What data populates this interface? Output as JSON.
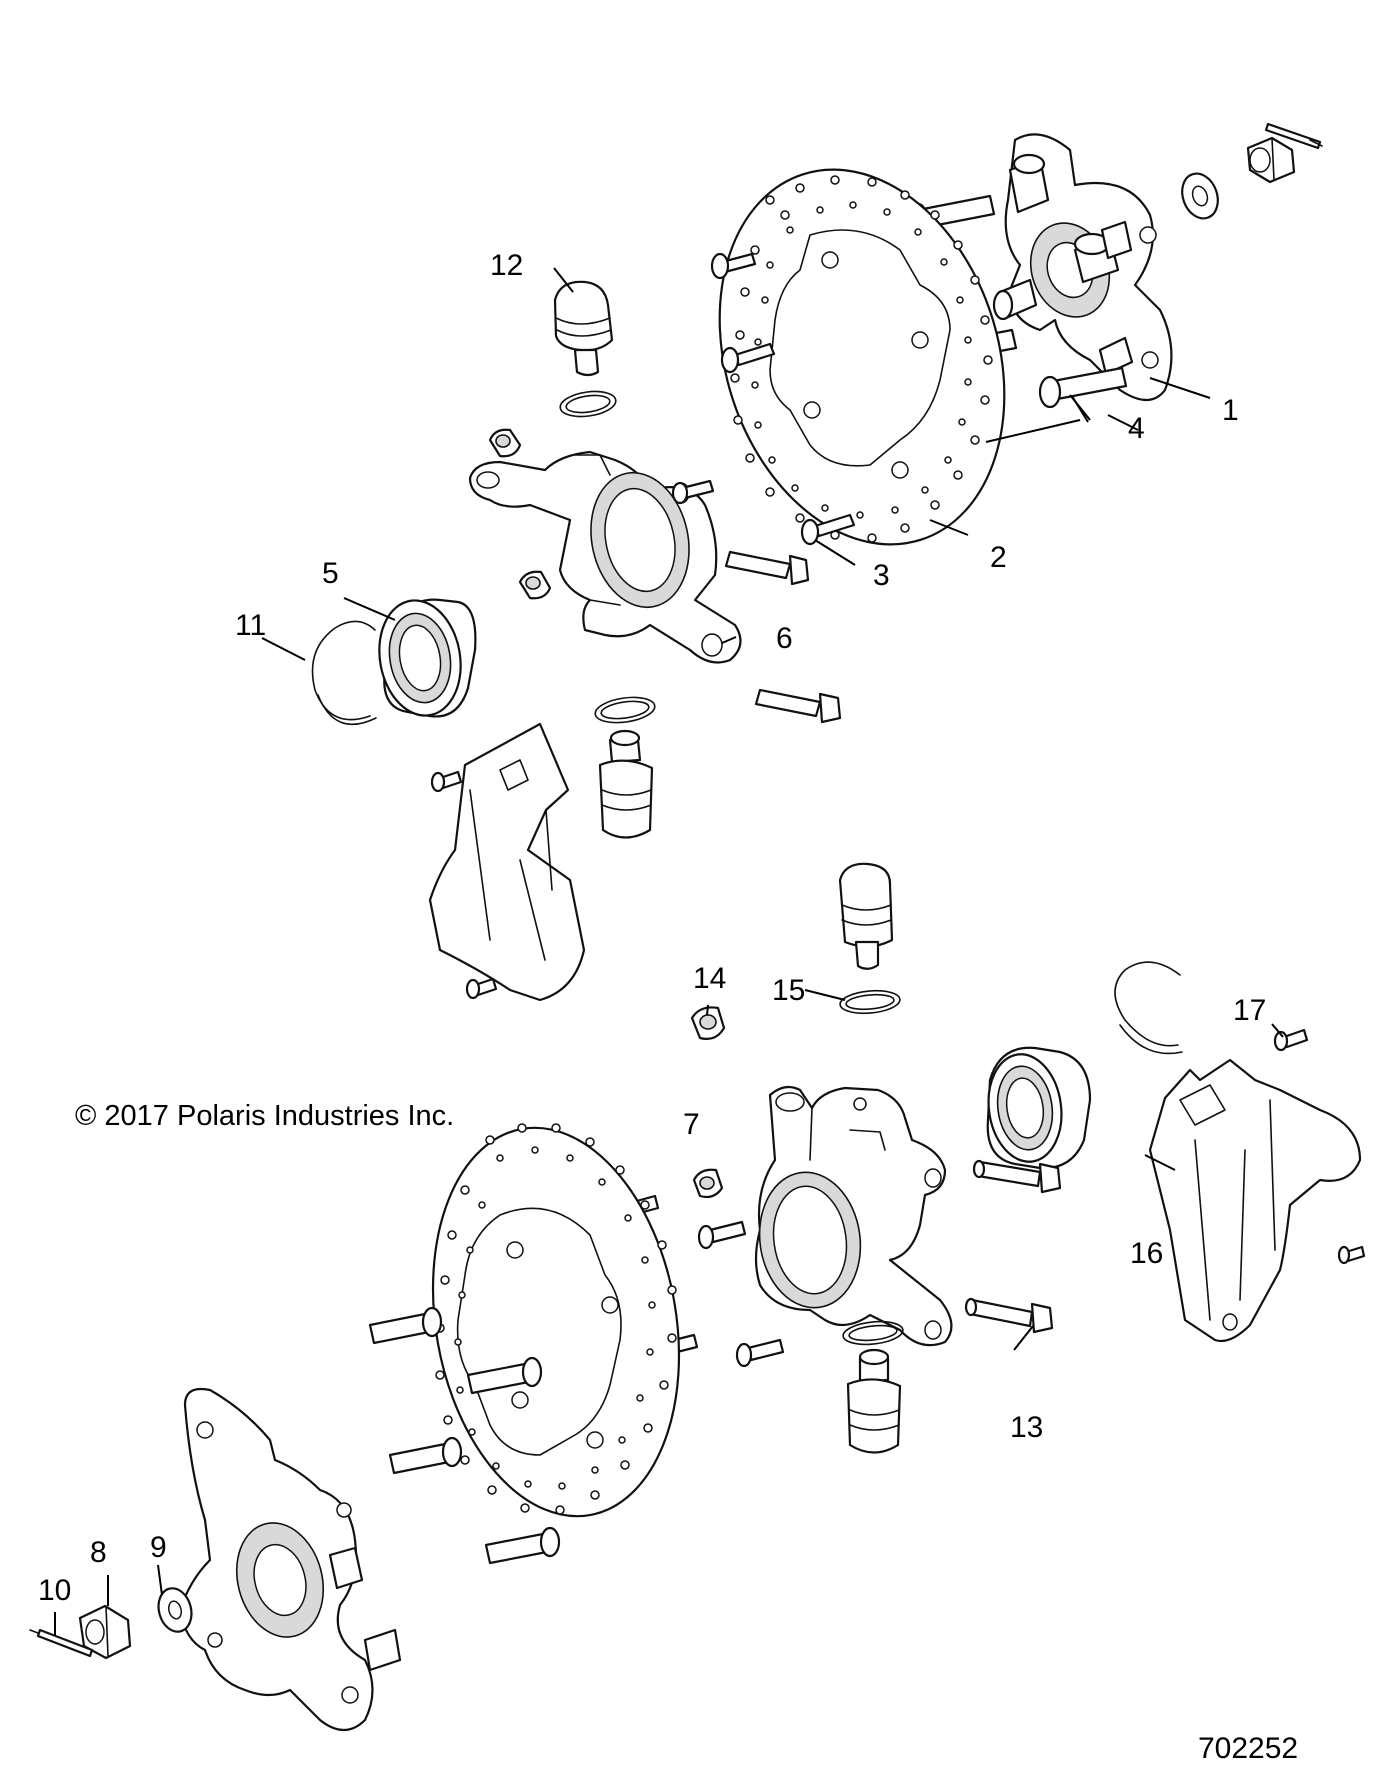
{
  "callouts": {
    "c1": "1",
    "c2": "2",
    "c3": "3",
    "c4": "4",
    "c5": "5",
    "c6": "6",
    "c7": "7",
    "c8": "8",
    "c9": "9",
    "c10": "10",
    "c11": "11",
    "c12": "12",
    "c13": "13",
    "c14": "14",
    "c15": "15",
    "c16": "16",
    "c17": "17"
  },
  "copyright": "© 2017 Polaris Industries Inc.",
  "drawing_id": "702252"
}
